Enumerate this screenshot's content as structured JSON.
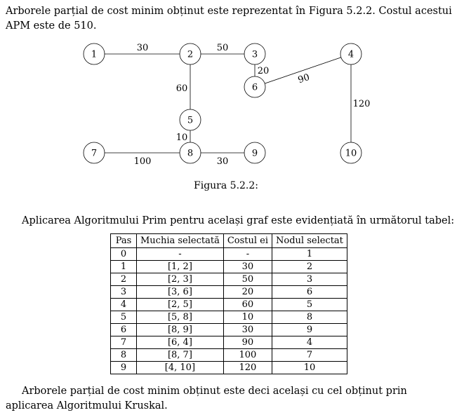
{
  "intro_text": "Arborele parțial de cost minim obținut este reprezentat în Figura 5.2.2. Costul acestui APM este de 510.",
  "figure": {
    "caption": "Figura 5.2.2:",
    "nodes": [
      {
        "id": "1",
        "label": "1"
      },
      {
        "id": "2",
        "label": "2"
      },
      {
        "id": "3",
        "label": "3"
      },
      {
        "id": "4",
        "label": "4"
      },
      {
        "id": "5",
        "label": "5"
      },
      {
        "id": "6",
        "label": "6"
      },
      {
        "id": "7",
        "label": "7"
      },
      {
        "id": "8",
        "label": "8"
      },
      {
        "id": "9",
        "label": "9"
      },
      {
        "id": "10",
        "label": "10"
      }
    ],
    "edges": [
      {
        "from": "1",
        "to": "2",
        "weight": "30"
      },
      {
        "from": "2",
        "to": "3",
        "weight": "50"
      },
      {
        "from": "3",
        "to": "6",
        "weight": "20"
      },
      {
        "from": "6",
        "to": "4",
        "weight": "90"
      },
      {
        "from": "2",
        "to": "5",
        "weight": "60"
      },
      {
        "from": "5",
        "to": "8",
        "weight": "10"
      },
      {
        "from": "7",
        "to": "8",
        "weight": "100"
      },
      {
        "from": "8",
        "to": "9",
        "weight": "30"
      },
      {
        "from": "4",
        "to": "10",
        "weight": "120"
      }
    ]
  },
  "prim_text": "Aplicarea Algoritmului Prim pentru același graf este evidențiată în următorul tabel:",
  "table": {
    "headers": [
      "Pas",
      "Muchia selectată",
      "Costul ei",
      "Nodul selectat"
    ],
    "rows": [
      [
        "0",
        "-",
        "-",
        "1"
      ],
      [
        "1",
        "[1, 2]",
        "30",
        "2"
      ],
      [
        "2",
        "[2, 3]",
        "50",
        "3"
      ],
      [
        "3",
        "[3, 6]",
        "20",
        "6"
      ],
      [
        "4",
        "[2, 5]",
        "60",
        "5"
      ],
      [
        "5",
        "[5, 8]",
        "10",
        "8"
      ],
      [
        "6",
        "[8, 9]",
        "30",
        "9"
      ],
      [
        "7",
        "[6, 4]",
        "90",
        "4"
      ],
      [
        "8",
        "[8, 7]",
        "100",
        "7"
      ],
      [
        "9",
        "[4, 10]",
        "120",
        "10"
      ]
    ]
  },
  "conclusion_text": "Arborele parțial de cost minim obținut este deci același cu cel obținut prin aplicarea Algoritmului Kruskal."
}
